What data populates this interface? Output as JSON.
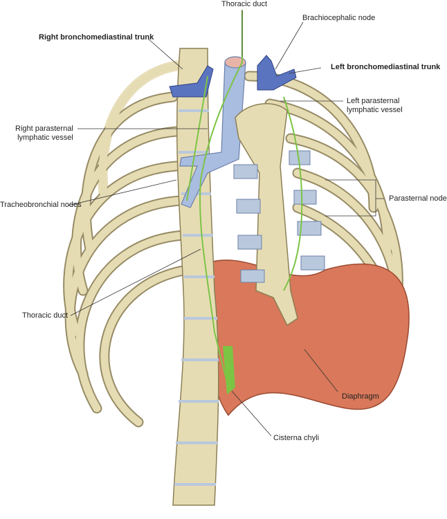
{
  "labels": {
    "thoracic_duct_top": "Thoracic duct",
    "brachiocephalic_node": "Brachiocephalic node",
    "right_bronchomediastinal_trunk": "Right bronchomediastinal trunk",
    "left_bronchomediastinal_trunk": "Left bronchomediastinal trunk",
    "left_parasternal_line1": "Left parasternal",
    "left_parasternal_line2": "lymphatic vessel",
    "right_parasternal_line1": "Right parasternal",
    "right_parasternal_line2": "lymphatic vessel",
    "tracheobronchial_nodes": "Tracheobronchial nodes",
    "parasternal_nodes": "Parasternal nodes",
    "thoracic_duct_lower": "Thoracic duct",
    "diaphragm": "Diaphragm",
    "cisterna_chyli": "Cisterna chyli"
  },
  "colors": {
    "bone": "#e6dcb4",
    "bone_edge": "#8c7f55",
    "cartilage": "#b9c8dc",
    "vein": "#5a74c0",
    "lymph": "#7cc444",
    "muscle": "#d9785a",
    "trachea": "#a9bde0"
  }
}
